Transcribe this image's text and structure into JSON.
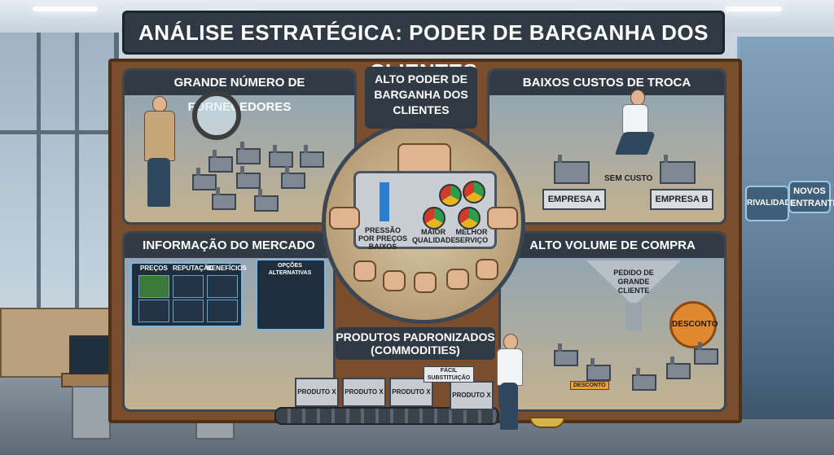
{
  "title": "ANÁLISE ESTRATÉGICA: PODER DE BARGANHA DOS CLIENTES",
  "center": {
    "title": "ALTO PODER DE BARGANHA DOS CLIENTES",
    "labels": [
      "PRESSÃO POR PREÇOS BAIXOS",
      "MAIOR QUALIDADE",
      "MELHOR SERVIÇO"
    ]
  },
  "panels": {
    "suppliers": {
      "title": "GRANDE NÚMERO DE FORNECEDORES"
    },
    "switching": {
      "title": "BAIXOS CUSTOS DE TROCA",
      "company_a": "EMPRESA A",
      "company_b": "EMPRESA B",
      "no_cost": "SEM CUSTO"
    },
    "information": {
      "title": "INFORMAÇÃO DO MERCADO",
      "cols": [
        "PREÇOS",
        "REPUTAÇÃO",
        "BENEFÍCIOS"
      ],
      "alternatives": "OPÇÕES ALTERNATIVAS"
    },
    "volume": {
      "title": "ALTO VOLUME DE COMPRA",
      "funnel_label": "PEDIDO DE GRANDE CLIENTE",
      "discount": "DESCONTO",
      "discount_tag": "DESCONTO"
    },
    "commodities": {
      "title": "PRODUTOS PADRONIZADOS (COMMODITIES)",
      "product": "PRODUTO X",
      "easy_sub": "FÁCIL SUBSTITUIÇÃO"
    }
  },
  "side": {
    "rivalry": "RIVALIDADE",
    "new_entrants": "NOVOS ENTRANTES"
  }
}
